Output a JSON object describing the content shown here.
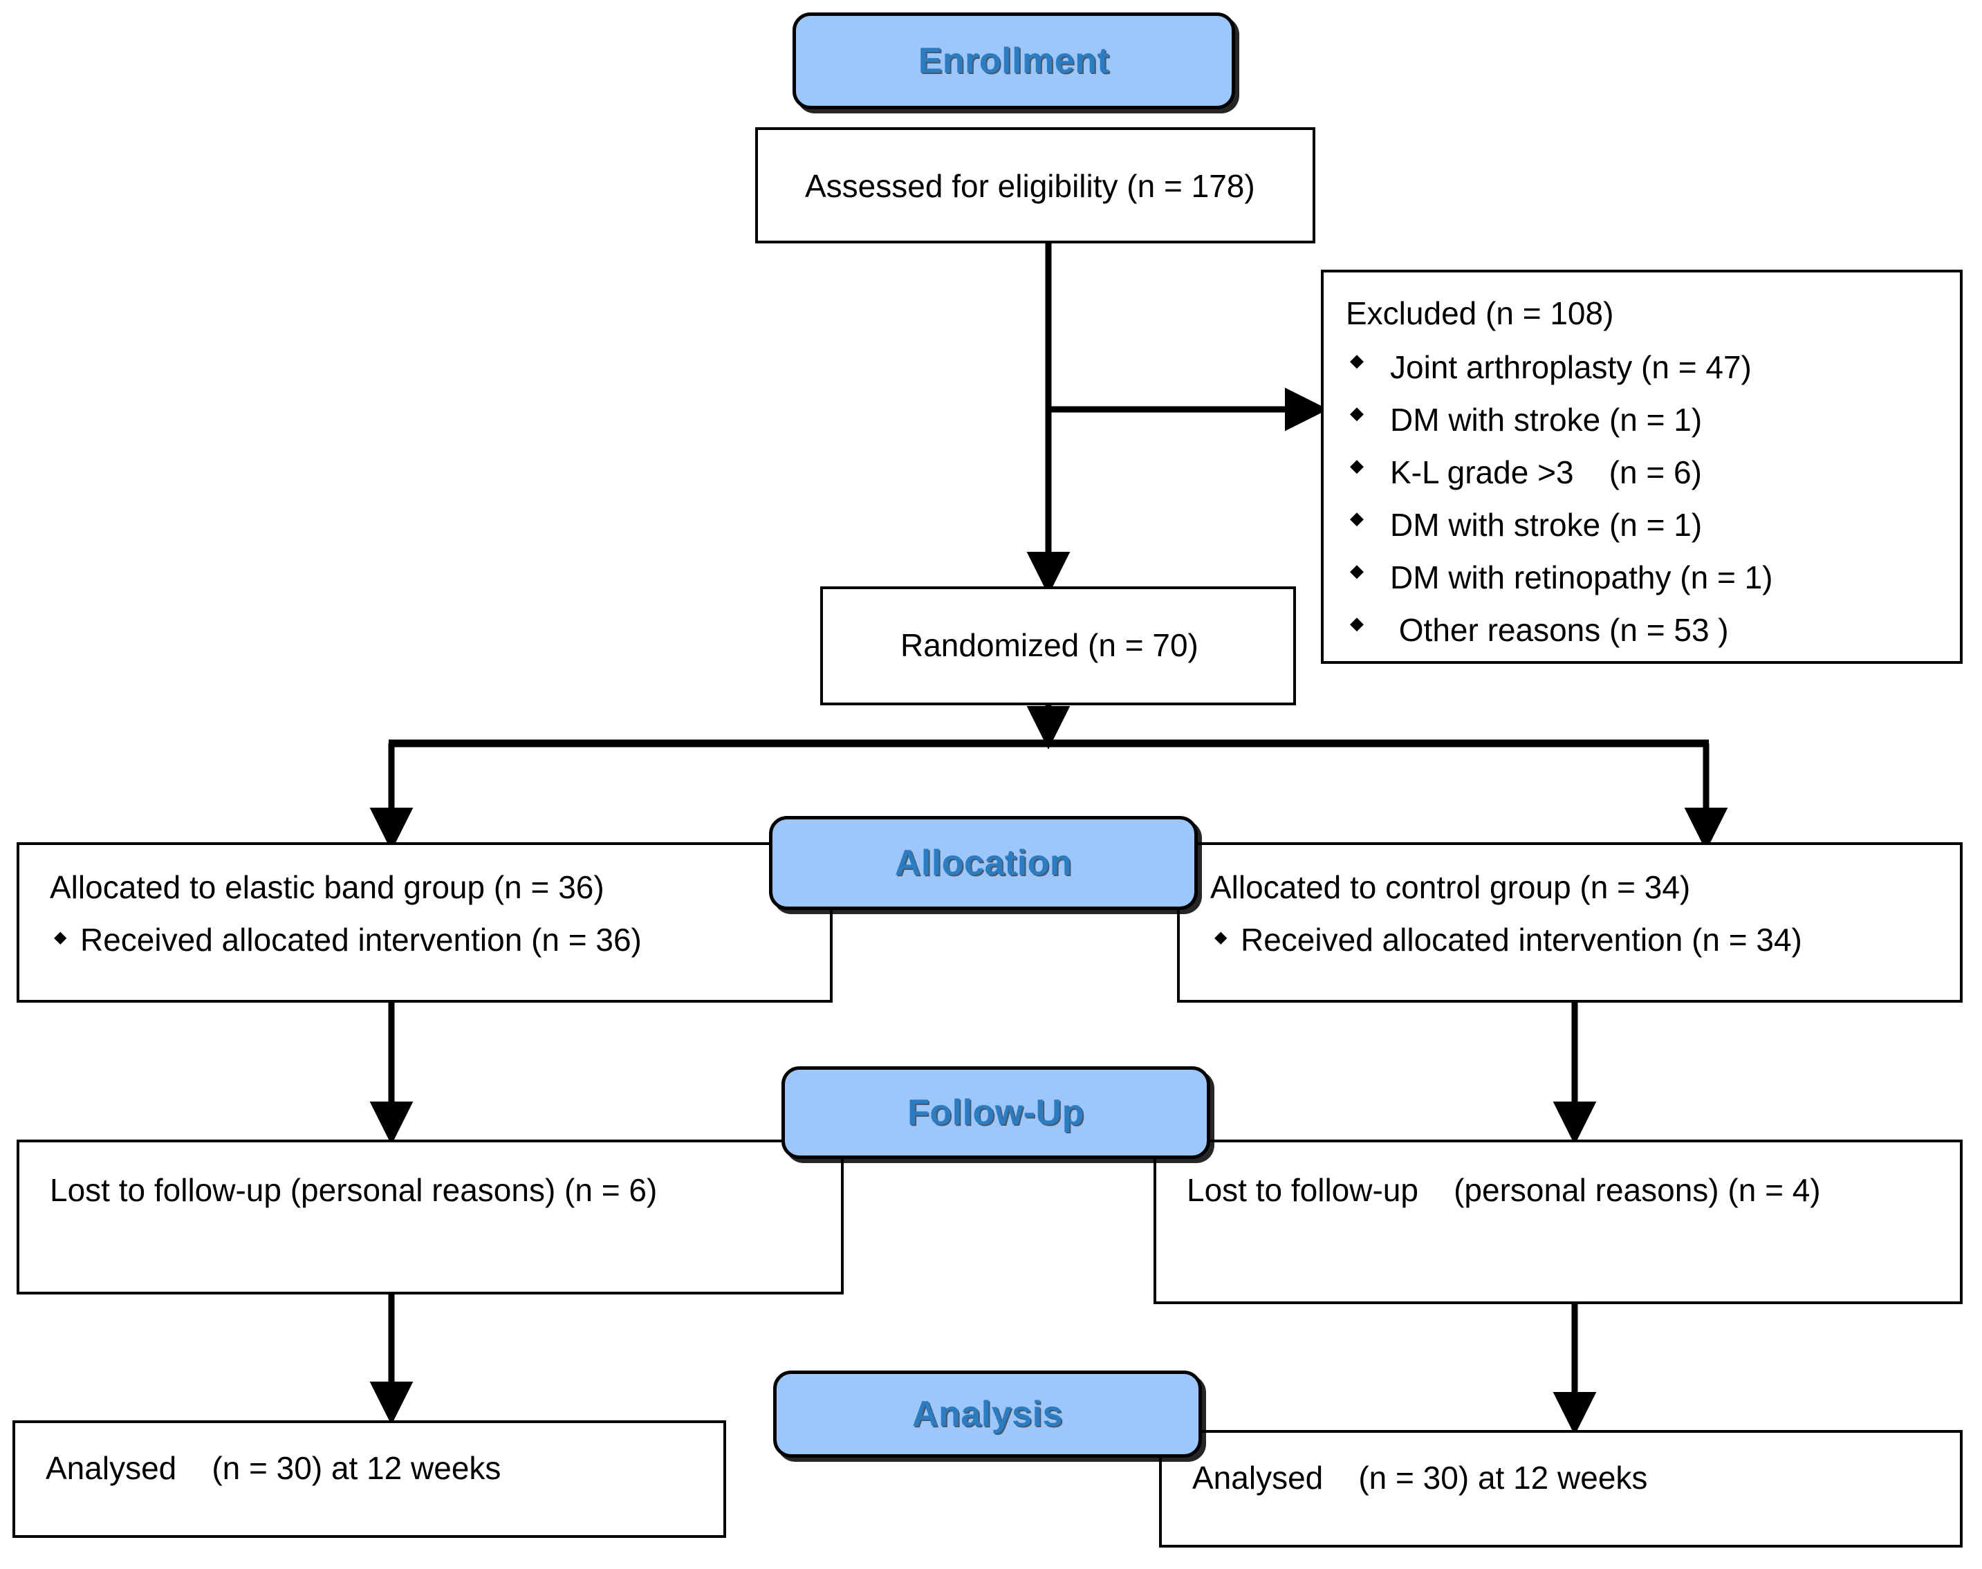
{
  "diagram": {
    "title": "CONSORT participant flow diagram",
    "accent_blue": "#9DC6FB",
    "accent_text_blue": "#2B7CC0",
    "line_color": "#000000"
  },
  "banners": {
    "enrollment": "Enrollment",
    "allocation": "Allocation",
    "follow_up": "Follow-Up",
    "analysis": "Analysis"
  },
  "enrollment": {
    "assessed": "Assessed for eligibility (n = 178)",
    "randomized": "Randomized (n = 70)"
  },
  "excluded": {
    "heading": "Excluded (n = 108)",
    "reasons": [
      "Joint arthroplasty (n = 47)",
      "DM with stroke (n = 1)",
      "K-L grade >3    (n = 6)",
      "DM with stroke (n = 1)",
      "DM with retinopathy (n = 1)",
      " Other reasons (n = 53 )"
    ]
  },
  "allocation": {
    "left": {
      "line1": "Allocated to elastic band group (n = 36)",
      "line2": "Received allocated intervention (n = 36)"
    },
    "right": {
      "line1": "Allocated to control group (n = 34)",
      "line2": "Received allocated intervention (n = 34)"
    }
  },
  "follow_up": {
    "left": "Lost to follow-up (personal reasons) (n = 6)",
    "right": "Lost to follow-up    (personal reasons) (n = 4)"
  },
  "analysis": {
    "left": "Analysed    (n = 30) at 12 weeks",
    "right": "Analysed    (n = 30) at 12 weeks"
  }
}
